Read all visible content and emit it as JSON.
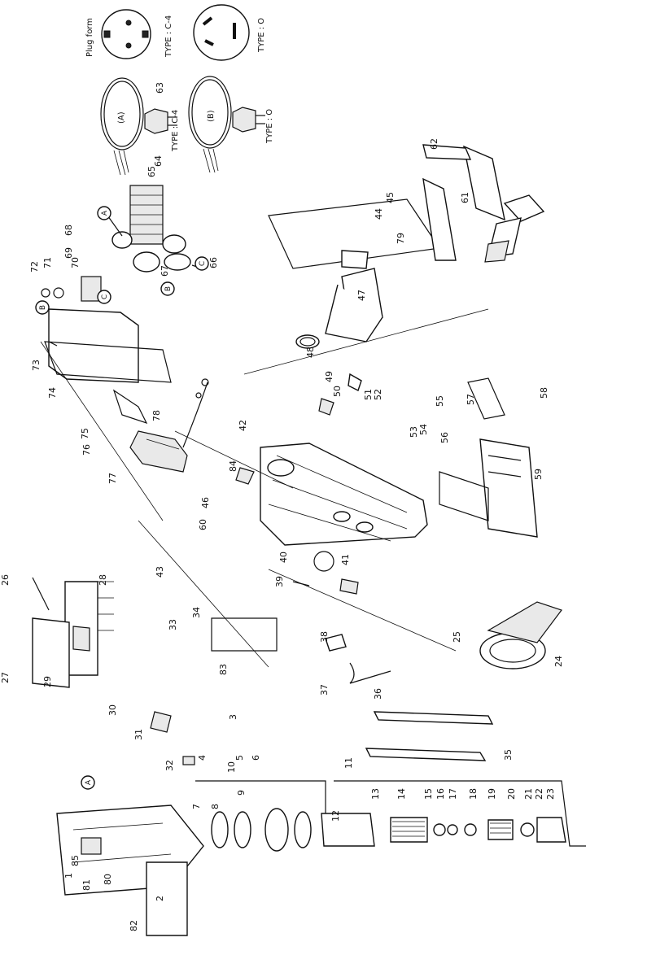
{
  "plug_panel": {
    "heading": "Plug form",
    "type_c4": "TYPE : C-4",
    "type_o": "TYPE : O",
    "cord_a": "(A)",
    "cord_b": "(B)"
  },
  "markers": [
    "A",
    "B",
    "C"
  ],
  "callouts": [
    "1",
    "2",
    "3",
    "4",
    "5",
    "6",
    "7",
    "8",
    "9",
    "10",
    "11",
    "12",
    "13",
    "14",
    "15",
    "16",
    "17",
    "18",
    "19",
    "20",
    "21",
    "22",
    "23",
    "24",
    "25",
    "26",
    "27",
    "28",
    "29",
    "30",
    "31",
    "32",
    "33",
    "34",
    "35",
    "36",
    "37",
    "38",
    "39",
    "40",
    "41",
    "42",
    "43",
    "44",
    "45",
    "46",
    "47",
    "48",
    "49",
    "50",
    "51",
    "52",
    "53",
    "54",
    "55",
    "56",
    "57",
    "58",
    "59",
    "60",
    "61",
    "62",
    "63",
    "64",
    "65",
    "66",
    "67",
    "68",
    "69",
    "70",
    "71",
    "72",
    "73",
    "74",
    "75",
    "76",
    "77",
    "78",
    "79",
    "80",
    "81",
    "82",
    "83",
    "84",
    "85"
  ]
}
